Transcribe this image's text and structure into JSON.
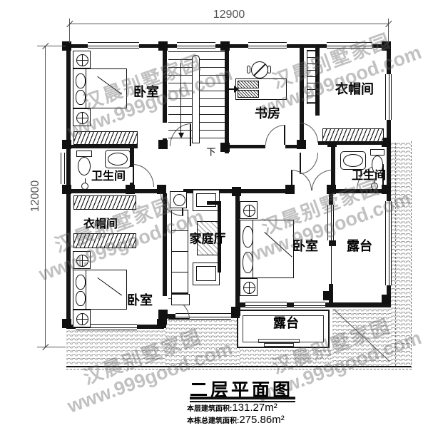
{
  "plan": {
    "dimension_top": "12900",
    "dimension_left": "12000",
    "stairs_down": "下"
  },
  "rooms": {
    "bedroom_nw": "卧室",
    "study": "书房",
    "cloakroom_ne": "衣帽间",
    "bathroom_w": "卫生间",
    "bathroom_e": "卫生间",
    "cloakroom_sw": "衣帽间",
    "bedroom_sw": "卧室",
    "family_hall": "家庭厅",
    "bedroom_s": "卧室",
    "terrace_e": "露台",
    "terrace_s": "露台"
  },
  "watermark": {
    "line1": "汉晨别墅家园",
    "line2": "www.999good.com"
  },
  "title_block": {
    "title": "二层平面图",
    "floor_area_label": "本层建筑面积:",
    "floor_area_value": "131.27m²",
    "total_area_label": "本栋总建筑面积:",
    "total_area_value": "275.86m²"
  },
  "colors": {
    "wall": "#151515",
    "dimension": "#555555",
    "tile_line": "#9a9a9a",
    "watermark": "rgba(100,100,100,0.4)"
  }
}
